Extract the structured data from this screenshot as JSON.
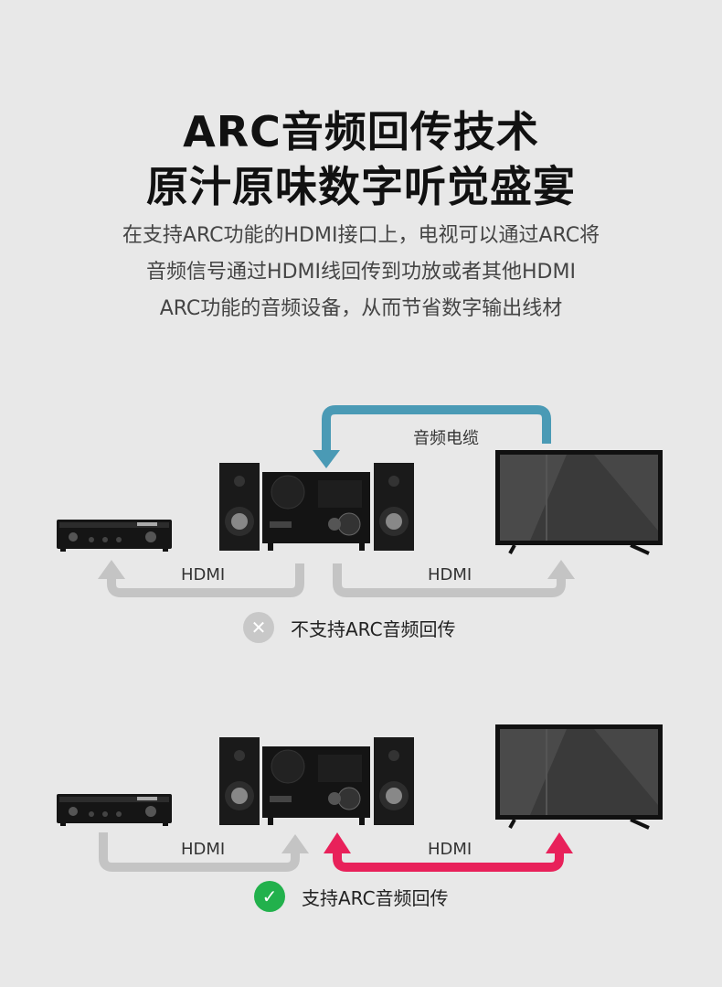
{
  "title": {
    "line1": "ARC音频回传技术",
    "line2": "原汁原味数字听觉盛宴"
  },
  "description": {
    "line1": "在支持ARC功能的HDMI接口上，电视可以通过ARC将",
    "line2": "音频信号通过HDMI线回传到功放或者其他HDMI",
    "line3": "ARC功能的音频设备，从而节省数字输出线材"
  },
  "diagram_top": {
    "audio_cable_label": "音频电缆",
    "hdmi_left_label": "HDMI",
    "hdmi_right_label": "HDMI",
    "status_text": "不支持ARC音频回传",
    "status_icon": "cross-icon",
    "status_color": "#c8c8c8"
  },
  "diagram_bottom": {
    "hdmi_left_label": "HDMI",
    "hdmi_right_label": "HDMI",
    "status_text": "支持ARC音频回传",
    "status_icon": "check-icon",
    "status_color": "#22b14c",
    "arc_arrow_color": "#e8215a"
  },
  "colors": {
    "cable_blue": "#4a9ab5",
    "gray_arrow": "#c4c4c4",
    "background": "#e8e8e8"
  }
}
